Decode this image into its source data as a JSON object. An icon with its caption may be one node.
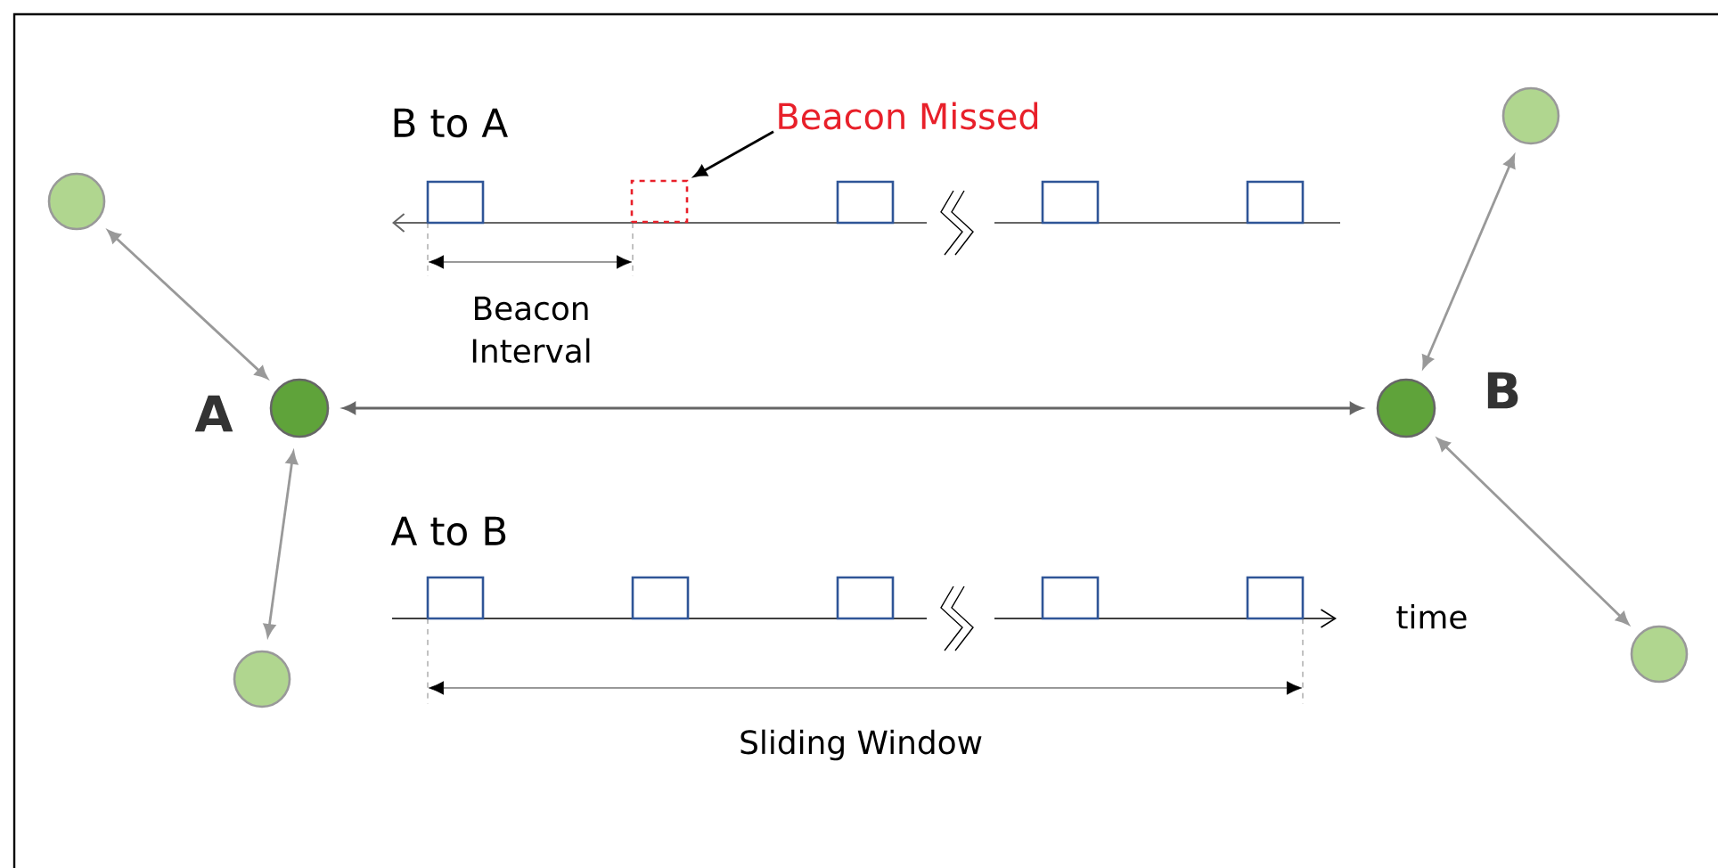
{
  "diagram": {
    "nodes": [
      {
        "text": [],
        "shape": "circle",
        "beside": [
          "A"
        ]
      },
      {
        "text": [],
        "shape": "circle",
        "beside": [
          "B"
        ]
      },
      {
        "text": [],
        "shape": "circle"
      },
      {
        "text": [],
        "shape": "circle"
      },
      {
        "text": [],
        "shape": "circle"
      },
      {
        "text": [],
        "shape": "circle"
      },
      {
        "text": [
          "Beacon Missed"
        ]
      },
      {
        "text": [],
        "shape": "box"
      }
    ],
    "edges": [
      {
        "from": 2,
        "to": 0,
        "arrow": "both"
      },
      {
        "from": 0,
        "to": 1,
        "arrow": "both",
        "color": "#666666"
      },
      {
        "from": 0,
        "to": 3,
        "arrow": "both"
      },
      {
        "from": 1,
        "to": 4,
        "arrow": "both"
      },
      {
        "from": 1,
        "to": 5,
        "arrow": "both"
      },
      {
        "from": 6,
        "to": 7,
        "arrow": "to",
        "color": "#000000"
      }
    ],
    "labels": [
      "B to A",
      "Beacon Interval",
      "A to B",
      "time",
      "Sliding Window"
    ]
  }
}
